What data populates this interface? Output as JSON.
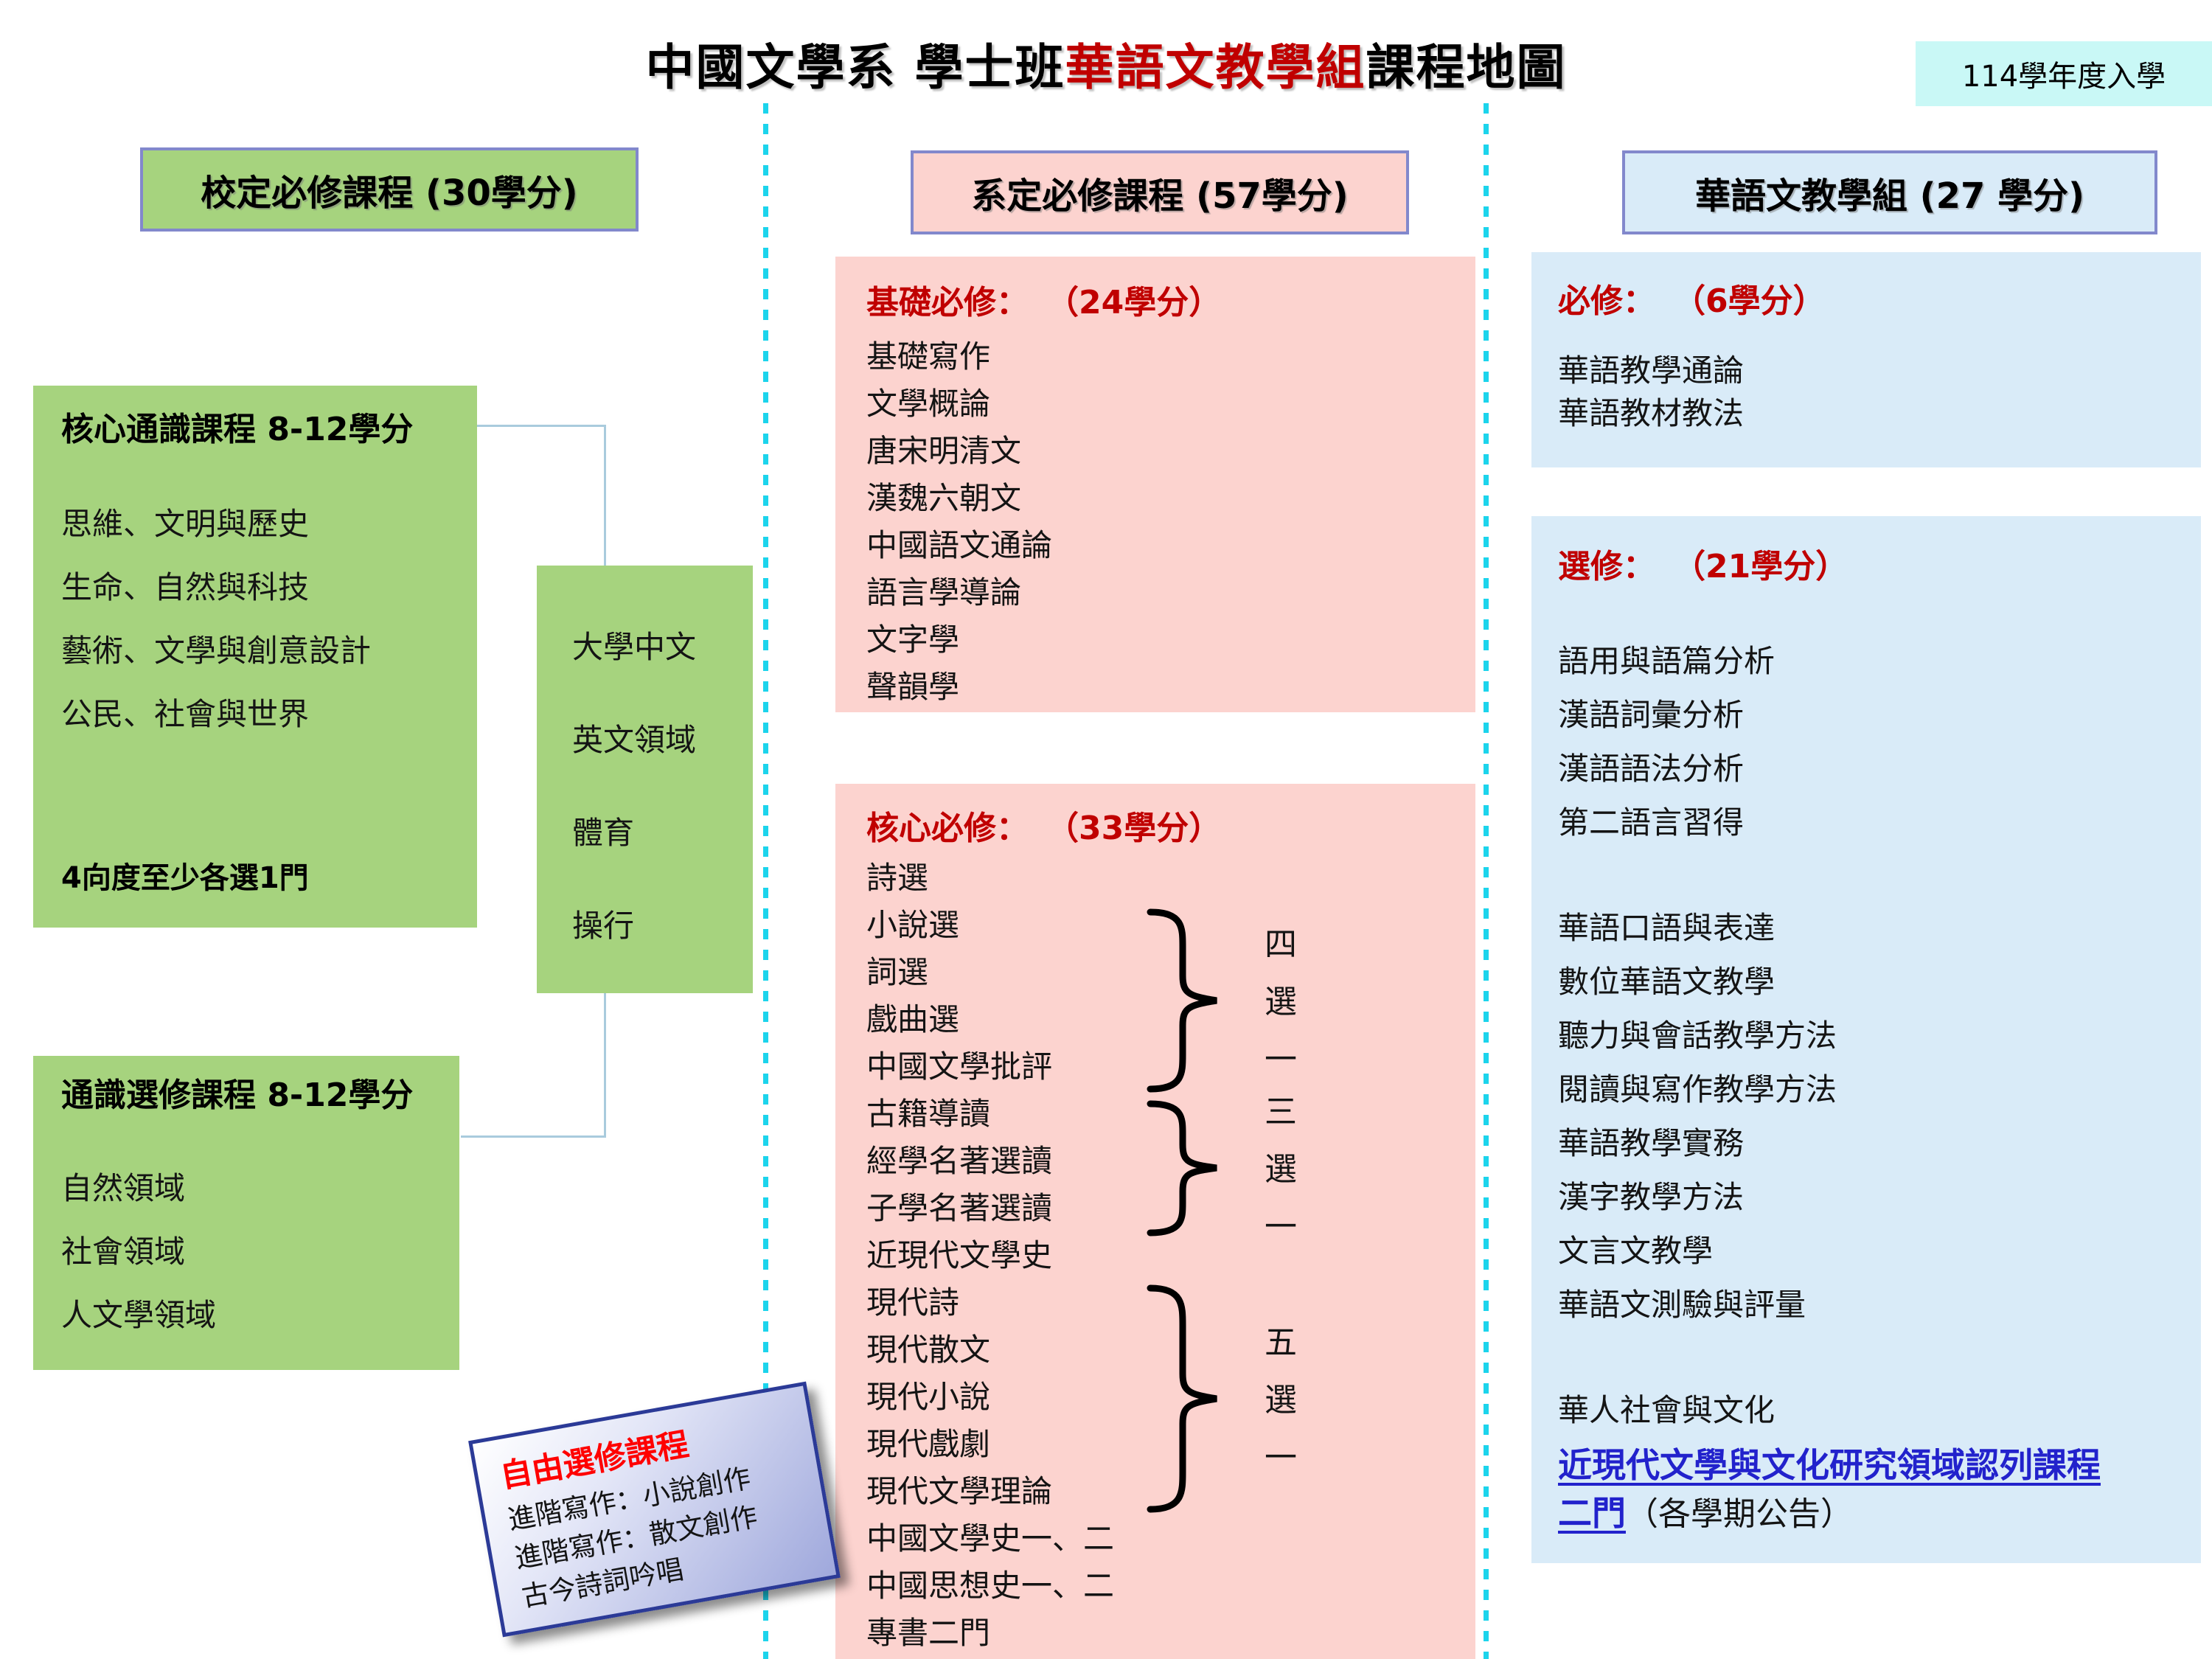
{
  "page": {
    "title_prefix": "中國文學系 學士班",
    "title_highlight": "華語文教學組",
    "title_suffix": "課程地圖",
    "badge": "114學年度入學"
  },
  "left": {
    "header": "校定必修課程  (30學分)",
    "core_general": {
      "title": "核心通識課程 8-12學分",
      "items": [
        "思維、文明與歷史",
        "生命、自然與科技",
        "藝術、文學與創意設計",
        "公民、社會與世界"
      ],
      "note": "4向度至少各選1門"
    },
    "university_common": {
      "items": [
        "大學中文",
        "英文領域",
        "體育",
        "操行"
      ]
    },
    "general_elective": {
      "title": "通識選修課程 8-12學分",
      "items": [
        "自然領域",
        "社會領域",
        "人文學領域"
      ]
    },
    "free_elective": {
      "title": "自由選修課程",
      "items": [
        "進階寫作：小說創作",
        "進階寫作：散文創作",
        "古今詩詞吟唱"
      ]
    }
  },
  "middle": {
    "header": "系定必修課程  (57學分)",
    "basic_required": {
      "title": "基礎必修：",
      "credits": "（24學分）",
      "items": [
        "基礎寫作",
        "文學概論",
        "唐宋明清文",
        "漢魏六朝文",
        "中國語文通論",
        "語言學導論",
        "文字學",
        "聲韻學"
      ]
    },
    "core_required": {
      "title": "核心必修：",
      "credits": "（33學分）",
      "items": [
        "詩選",
        "小說選",
        "詞選",
        "戲曲選",
        "中國文學批評",
        "古籍導讀",
        "經學名著選讀",
        "子學名著選讀",
        "近現代文學史",
        "現代詩",
        "現代散文",
        "現代小說",
        "現代戲劇",
        "現代文學理論",
        "中國文學史一、二",
        "中國思想史一、二",
        "專書二門"
      ],
      "brace_labels": [
        "四選一",
        "三選一",
        "五選一"
      ]
    }
  },
  "right": {
    "header": "華語文教學組  (27 學分)",
    "required": {
      "title": "必修：",
      "credits": "（6學分）",
      "items": [
        "華語教學通論",
        "華語教材教法"
      ]
    },
    "elective": {
      "title": "選修：",
      "credits": "（21學分）",
      "group1": [
        "語用與語篇分析",
        "漢語詞彙分析",
        "漢語語法分析",
        "第二語言習得"
      ],
      "group2": [
        "華語口語與表達",
        "數位華語文教學",
        "聽力與會話教學方法",
        "閱讀與寫作教學方法",
        "華語教學實務",
        "漢字教學方法",
        "文言文教學",
        "華語文測驗與評量"
      ],
      "group3_item": "華人社會與文化",
      "special_link": "近現代文學與文化研究領域認列課程二門",
      "special_note": "（各學期公告）"
    }
  },
  "colors": {
    "green": "#A6D37E",
    "pink": "#FCD3CF",
    "light_blue": "#D9EBF8",
    "cyan_badge": "#C9F8F6",
    "header_border": "#8288CC",
    "dark_red": "#C00000",
    "link_blue": "#2222CC",
    "dashed_cyan": "#1CD4EC",
    "connector": "#A9CBDD",
    "note_border": "#2B3A97",
    "note_gradient_end": "#9FA8DC"
  }
}
